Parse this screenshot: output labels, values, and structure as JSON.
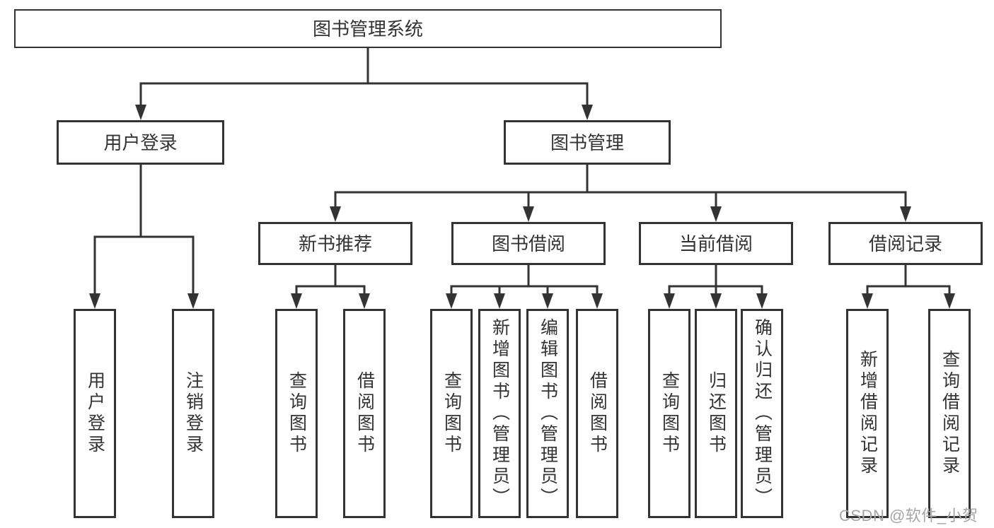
{
  "colors": {
    "line": "#333333",
    "text": "#333333",
    "background": "#ffffff",
    "watermark": "#a6a6a6"
  },
  "tree": {
    "root": {
      "label": "图书管理系统"
    },
    "children": [
      {
        "label": "用户登录",
        "children": [
          {
            "label": "用户登录"
          },
          {
            "label": "注销登录"
          }
        ]
      },
      {
        "label": "图书管理",
        "children": [
          {
            "label": "新书推荐",
            "children": [
              {
                "label": "查询图书"
              },
              {
                "label": "借阅图书"
              }
            ]
          },
          {
            "label": "图书借阅",
            "children": [
              {
                "label": "查询图书"
              },
              {
                "label": "新增图书（管理员）"
              },
              {
                "label": "编辑图书（管理员）"
              },
              {
                "label": "借阅图书"
              }
            ]
          },
          {
            "label": "当前借阅",
            "children": [
              {
                "label": "查询图书"
              },
              {
                "label": "归还图书"
              },
              {
                "label": "确认归还（管理员）"
              }
            ]
          },
          {
            "label": "借阅记录",
            "children": [
              {
                "label": "新增借阅记录"
              },
              {
                "label": "查询借阅记录"
              }
            ]
          }
        ]
      }
    ]
  },
  "watermark": {
    "text": "CSDN @软件_小贺同学"
  }
}
